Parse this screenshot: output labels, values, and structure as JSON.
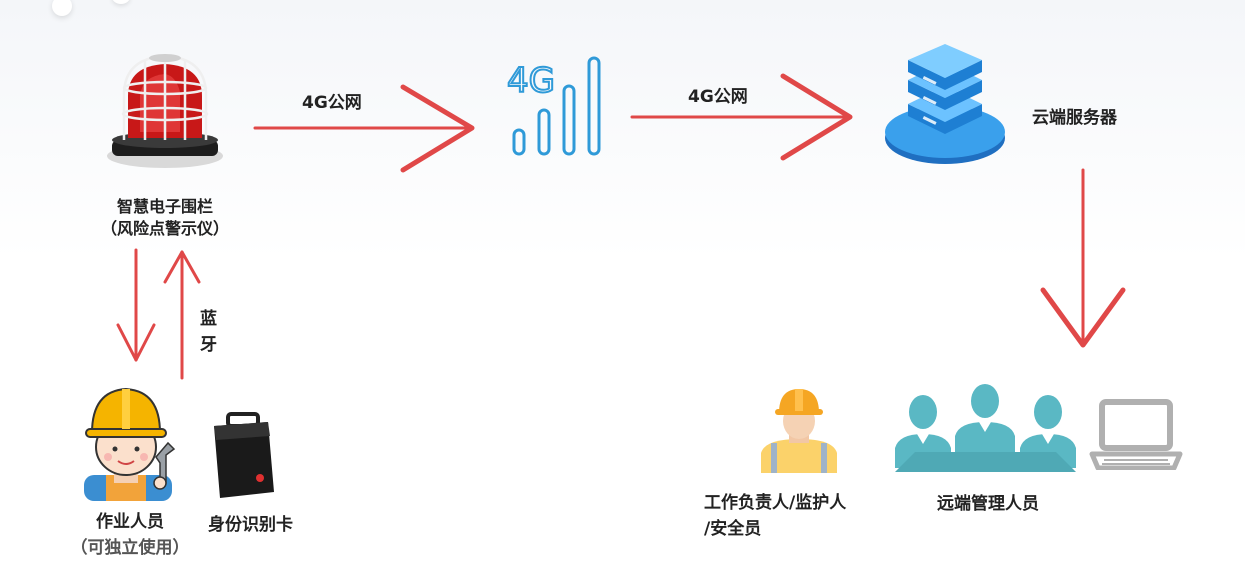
{
  "nodes": {
    "device": {
      "line1": "智慧电子围栏",
      "line2": "（风险点警示仪）"
    },
    "network_4g": {
      "icon_text": "4G"
    },
    "server": {
      "label": "云端服务器"
    },
    "worker": {
      "line1": "作业人员",
      "line2": "（可独立使用）"
    },
    "id_card": {
      "label": "身份识别卡"
    },
    "supervisor": {
      "line1": "工作负责人/监护人",
      "line2": "/安全员"
    },
    "remote": {
      "label": "远端管理人员"
    }
  },
  "edges": {
    "device_to_4g": "4G公网",
    "fourg_to_server": "4G公网",
    "bluetooth_line1": "蓝",
    "bluetooth_line2": "牙"
  },
  "colors": {
    "arrow": "#e04848",
    "network_blue": "#2f9ad8",
    "server_blue": "#2c8de0",
    "helmet": "#f5b400",
    "remote_teal": "#5ab8c4",
    "laptop_gray": "#b0b0b0"
  }
}
